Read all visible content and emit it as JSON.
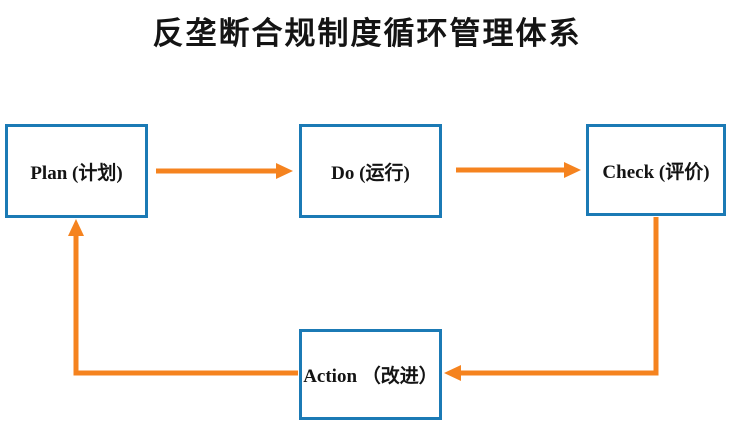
{
  "title": "反垄断合规制度循环管理体系",
  "colors": {
    "box_border": "#1b7ab5",
    "arrow": "#f5831f",
    "text": "#141414",
    "background": "#ffffff"
  },
  "nodes": [
    {
      "id": "plan",
      "label": "Plan (计划)"
    },
    {
      "id": "do",
      "label": "Do (运行)"
    },
    {
      "id": "check",
      "label": "Check (评价)"
    },
    {
      "id": "action",
      "label": "Action （改进）"
    }
  ],
  "edges": [
    {
      "from": "Plan",
      "to": "Do"
    },
    {
      "from": "Do",
      "to": "Check"
    },
    {
      "from": "Check",
      "to": "Action"
    },
    {
      "from": "Action",
      "to": "Plan"
    }
  ]
}
